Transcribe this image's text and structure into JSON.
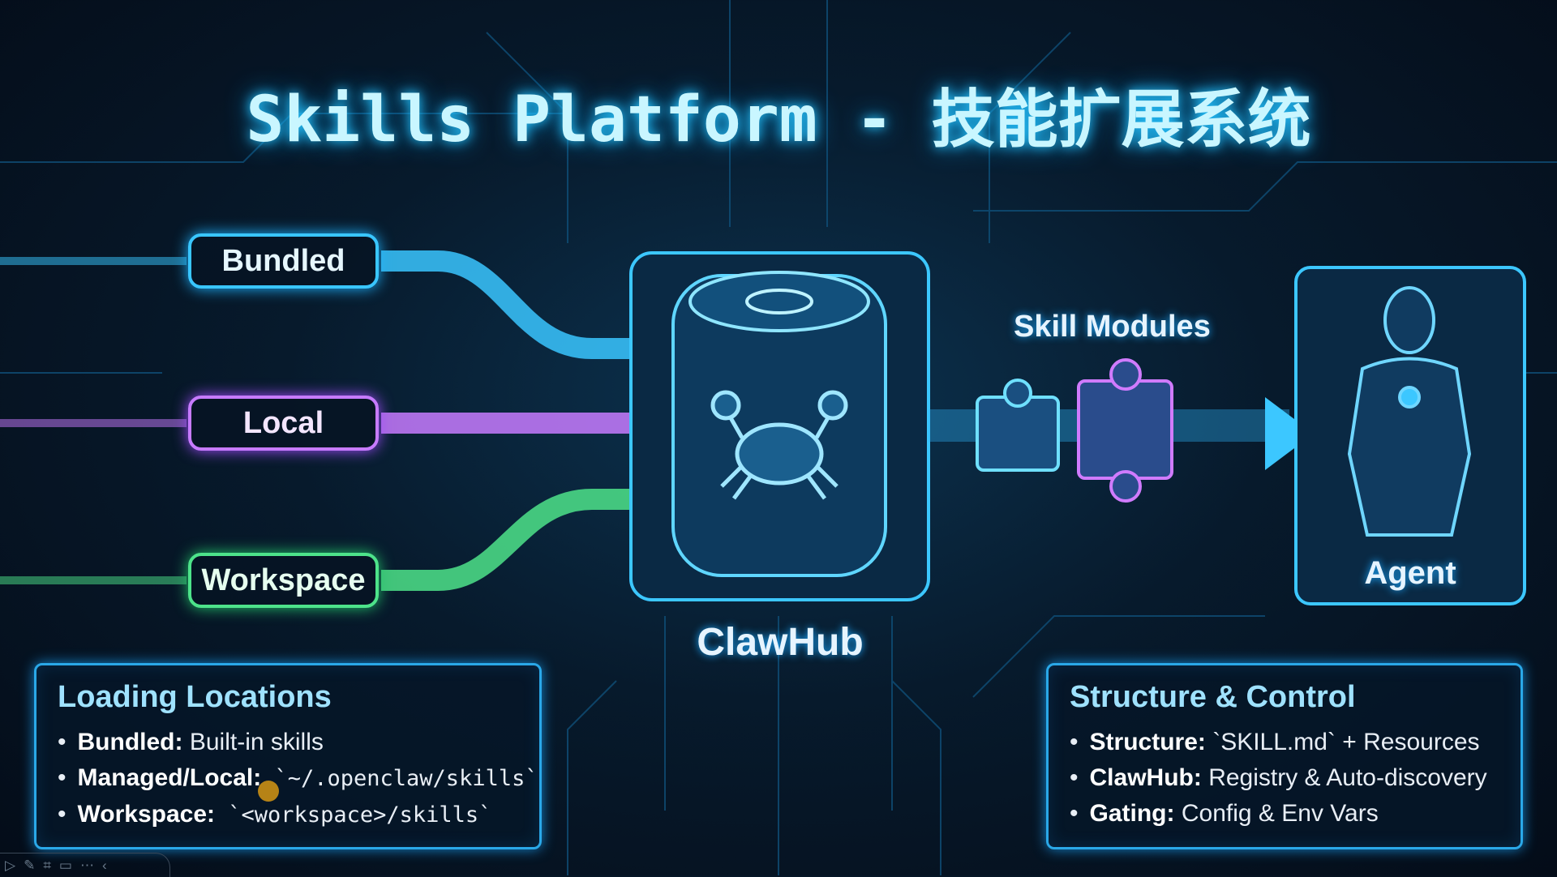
{
  "title": "Skills Platform - 技能扩展系统",
  "sources": [
    {
      "label": "Bundled",
      "color": "#39c6ff"
    },
    {
      "label": "Local",
      "color": "#c77bff"
    },
    {
      "label": "Workspace",
      "color": "#4de38a"
    }
  ],
  "hub": {
    "label": "ClawHub",
    "icon": "crab-icon"
  },
  "modules": {
    "label": "Skill Modules",
    "icon": "puzzle-icon"
  },
  "agent": {
    "label": "Agent",
    "icon": "humanoid-icon"
  },
  "loading": {
    "heading": "Loading Locations",
    "items": [
      {
        "key": "Bundled",
        "sep": ":",
        "value": " Built-in skills",
        "mono": false
      },
      {
        "key": "Managed/Local",
        "sep": ":",
        "value": " `~/.openclaw/skills`",
        "mono": true
      },
      {
        "key": "Workspace:",
        "sep": "",
        "value": " `<workspace>/skills`",
        "mono": true
      }
    ]
  },
  "structure": {
    "heading": "Structure & Control",
    "items": [
      {
        "key": "Structure",
        "sep": ":",
        "value": " `SKILL.md` + Resources"
      },
      {
        "key": "ClawHub",
        "sep": ":",
        "value": " Registry & Auto-discovery"
      },
      {
        "key": "Gating",
        "sep": ":",
        "value": " Config & Env Vars"
      }
    ]
  },
  "toolbar": {
    "icons": [
      "play-icon",
      "pen-icon",
      "screenshot-icon",
      "video-icon",
      "more-icon",
      "collapse-icon"
    ]
  },
  "accent": "#2aa8e8"
}
